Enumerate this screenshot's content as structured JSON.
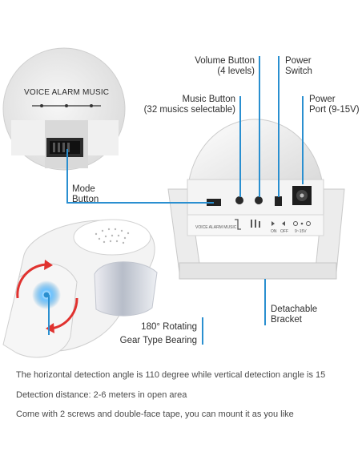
{
  "zoom": {
    "label_voice": "VOICE",
    "label_alarm": "ALARM",
    "label_music": "MUSIC"
  },
  "callouts": {
    "volume_title": "Volume Button",
    "volume_sub": "(4 levels)",
    "power_switch_title": "Power",
    "power_switch_sub": "Switch",
    "music_title": "Music Button",
    "music_sub": "(32 musics selectable)",
    "power_port_title": "Power",
    "power_port_sub": "Port (9-15V)",
    "mode_title": "Mode",
    "mode_sub": "Button",
    "bracket_title": "Detachable",
    "bracket_sub": "Bracket",
    "rotating_title": "180° Rotating",
    "rotating_sub": "Gear Type Bearing"
  },
  "device_labels": {
    "side_modes": "VOICE ALARM MUSIC",
    "on": "ON",
    "off": "OFF",
    "voltage": "9~15V"
  },
  "captions": [
    "The horizontal detection angle is 110 degree while vertical detection angle is 15",
    "Detection distance: 2-6 meters in open area",
    "Come with 2 screws and double-face tape, you can mount it as you like"
  ],
  "colors": {
    "accent": "#2a8fd0",
    "rotate_arrow": "#e0322f"
  }
}
